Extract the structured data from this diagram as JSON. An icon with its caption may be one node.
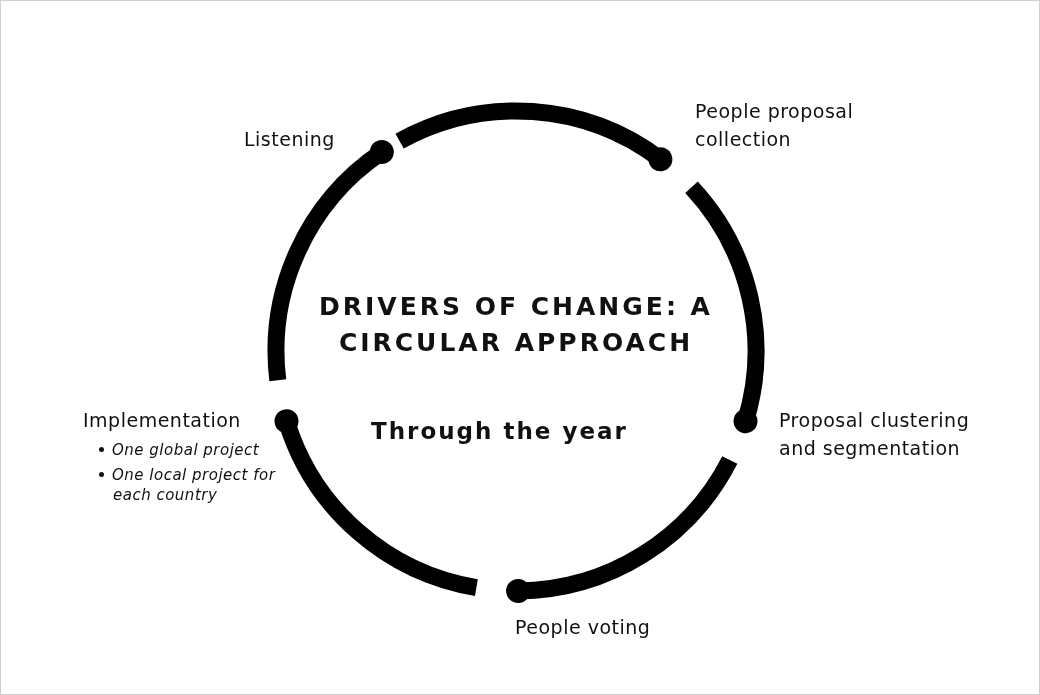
{
  "diagram": {
    "title": "DRIVERS OF CHANGE: A CIRCULAR APPROACH",
    "nodes": [
      {
        "text": [
          "Listening"
        ]
      },
      {
        "text": [
          "People proposal collection"
        ]
      },
      {
        "text": [
          "Proposal clustering and segmentation"
        ]
      },
      {
        "text": [
          "People voting"
        ]
      },
      {
        "text": [
          "Implementation",
          "One global project",
          "One local project for each country"
        ]
      }
    ],
    "edges": [
      {
        "from": 0,
        "to": 1,
        "arrow": "other"
      },
      {
        "from": 1,
        "to": 2,
        "arrow": "other"
      },
      {
        "from": 2,
        "to": 3,
        "arrow": "other"
      },
      {
        "from": 3,
        "to": 4,
        "arrow": "other"
      },
      {
        "from": 4,
        "to": 0,
        "arrow": "other"
      }
    ],
    "labels": [
      "Through the year"
    ]
  }
}
